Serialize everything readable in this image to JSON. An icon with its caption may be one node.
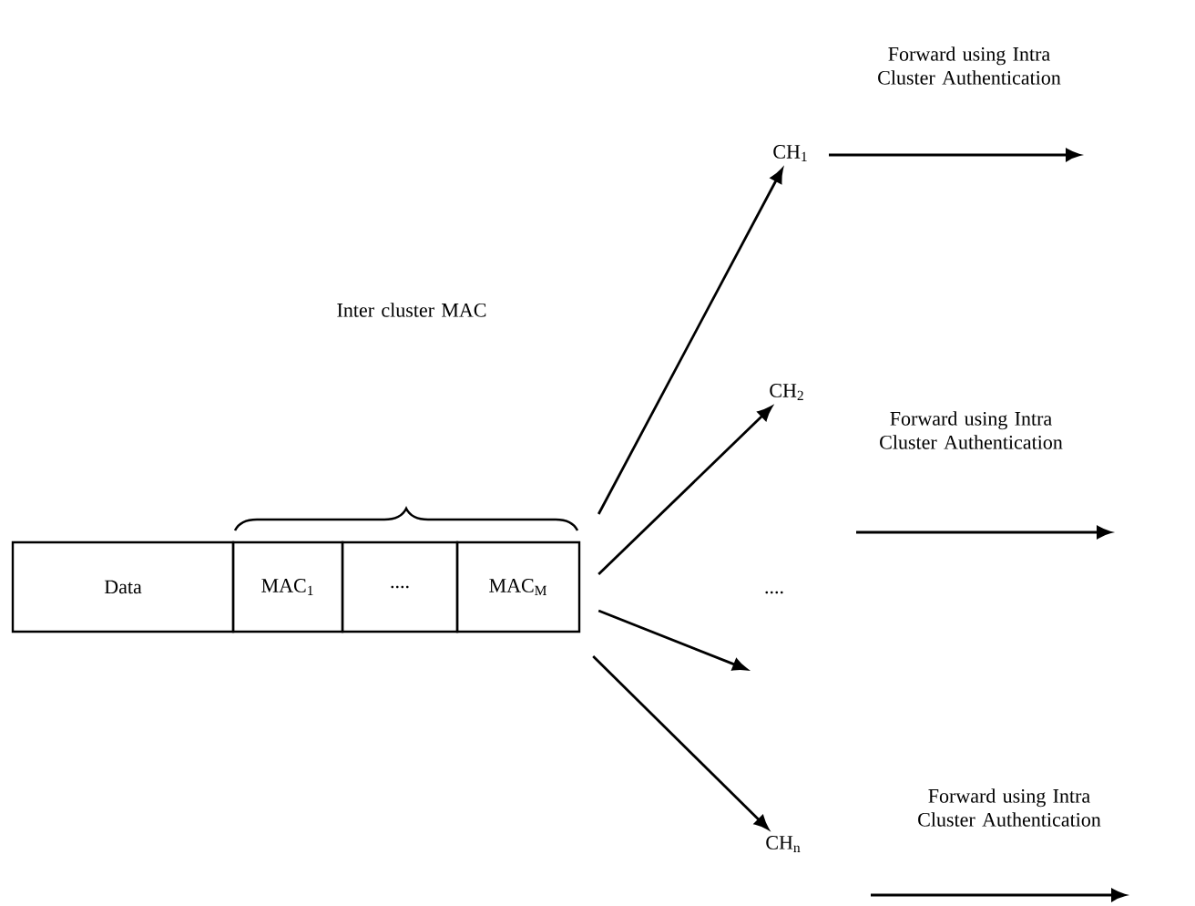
{
  "diagram": {
    "nodes": [
      {
        "text": [
          "Data"
        ]
      },
      {
        "text": [
          "MAC$_{1}$"
        ]
      },
      {
        "text": [
          "...."
        ]
      },
      {
        "text": [
          "MAC$_{M}$"
        ]
      },
      {
        "text": [
          "CH$_{1}$"
        ]
      },
      {
        "text": [
          "CH$_{2}$"
        ]
      },
      {
        "text": [
          "CH$_{n}$"
        ]
      }
    ],
    "edges": [
      {
        "from": 3,
        "to": 4,
        "arrow": "to"
      },
      {
        "from": 3,
        "to": 5,
        "arrow": "to"
      },
      {
        "from": 3,
        "to": null,
        "arrow": "to"
      },
      {
        "from": 3,
        "to": 6,
        "arrow": "to"
      },
      {
        "from": 4,
        "to": null,
        "arrow": "to",
        "label": "Forward using Intra Cluster Authentication"
      }
    ],
    "labels": [
      "Inter cluster MAC",
      "Forward using Intra Cluster Authentication",
      "....",
      "Forward using Intra Cluster Authentication"
    ]
  }
}
